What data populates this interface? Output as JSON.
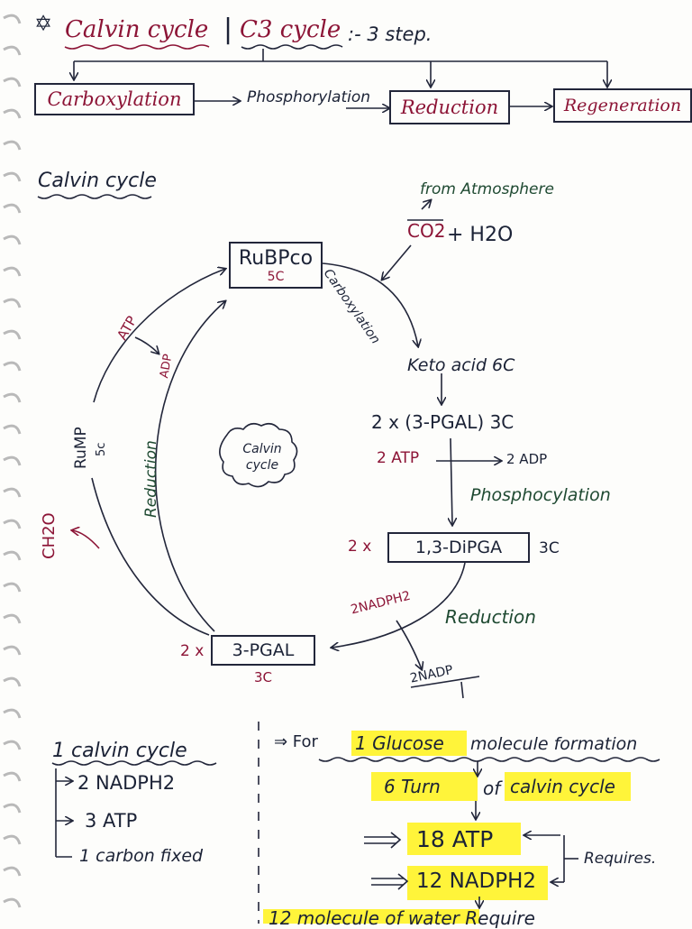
{
  "header": {
    "star": "✡",
    "title": "Calvin cycle",
    "separator": "|",
    "subtitle": "C3 cycle",
    "steps_note": ":- 3 step."
  },
  "steps": [
    "Carboxylation",
    "Phosphorylation",
    "Reduction",
    "Regeneration"
  ],
  "cycle": {
    "heading": "Calvin cycle",
    "rubp": "RuBPco",
    "rubp_carbon": "5C",
    "from_atmosphere": "from Atmosphere",
    "co2": "CO2",
    "h2o": "+ H2O",
    "carboxylation": "Carboxylation",
    "keto_acid": "Keto acid 6C",
    "pgal_step": "2 x (3-PGAL) 3C",
    "atp_in": "2 ATP",
    "adp_out": "2 ADP",
    "phosphorylation": "Phosphocylation",
    "dipga_prefix": "2 x",
    "dipga": "1,3-DiPGA",
    "dipga_carbon": "3C",
    "nadph_in": "2NADPH2",
    "reduction_right": "Reduction",
    "nadp_out": "2NADP",
    "pgal_prefix": "2 x",
    "pgal": "3-PGAL",
    "pgal_carbon": "3C",
    "reduction_left": "Reduction",
    "rump": "RuMP",
    "rump_carbon": "5c",
    "ch2o": "CH2O",
    "atp_left": "ATP",
    "adp_left": "ADP",
    "center_label": "Calvin cycle"
  },
  "summary": {
    "title": "1 calvin cycle",
    "items": [
      "2 NADPH2",
      "3 ATP",
      "1 carbon fixed"
    ]
  },
  "right": {
    "formation_prefix": "⇒ For",
    "glucose": "1 Glucose",
    "formation_rest": "molecule formation",
    "turns": "6 Turn",
    "of": "of",
    "calvin_cycle": "calvin cycle",
    "atp": "18 ATP",
    "nadph": "12 NADPH2",
    "requires": "Requires.",
    "bottom_text": "12 molecule of water Require"
  },
  "colors": {
    "maroon": "#8c1436",
    "ink": "#1b2236",
    "green": "#1f4a32",
    "highlight": "#fff43a"
  }
}
